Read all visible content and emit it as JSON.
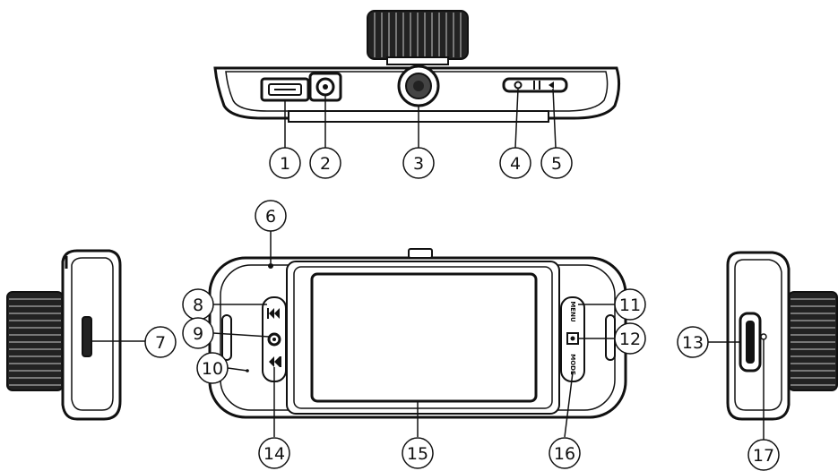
{
  "callouts": [
    {
      "id": "1",
      "label": "1"
    },
    {
      "id": "2",
      "label": "2"
    },
    {
      "id": "3",
      "label": "3"
    },
    {
      "id": "4",
      "label": "4"
    },
    {
      "id": "5",
      "label": "5"
    },
    {
      "id": "6",
      "label": "6"
    },
    {
      "id": "7",
      "label": "7"
    },
    {
      "id": "8",
      "label": "8"
    },
    {
      "id": "9",
      "label": "9"
    },
    {
      "id": "10",
      "label": "10"
    },
    {
      "id": "11",
      "label": "11"
    },
    {
      "id": "12",
      "label": "12"
    },
    {
      "id": "13",
      "label": "13"
    },
    {
      "id": "14",
      "label": "14"
    },
    {
      "id": "15",
      "label": "15"
    },
    {
      "id": "16",
      "label": "16"
    },
    {
      "id": "17",
      "label": "17"
    }
  ],
  "buttons": {
    "menu": "MENU",
    "mode": "MODE"
  }
}
